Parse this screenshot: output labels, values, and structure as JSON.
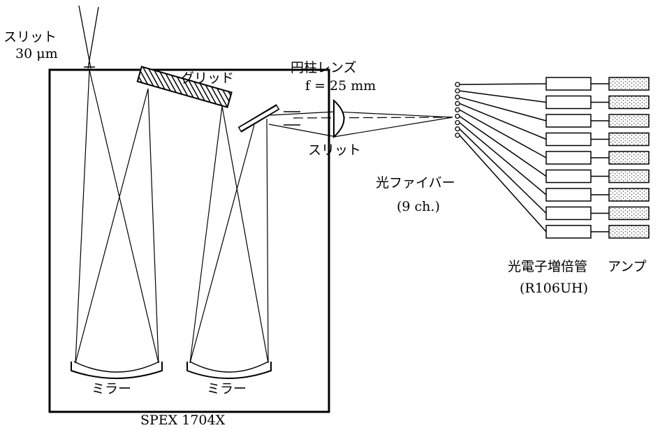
{
  "labels": {
    "entrance_slit": "スリット",
    "entrance_slit_width": "30 μm",
    "grating": "グリッド",
    "cyl_lens": "円柱レンズ",
    "cyl_lens_focal": "f = 25 mm",
    "exit_slit": "スリット",
    "fiber": "光ファイバー",
    "fiber_channels": "(9 ch.)",
    "pmt": "光電子増倍管",
    "pmt_model": "(R106UH)",
    "amp": "アンプ",
    "mirror_left": "ミラー",
    "mirror_right": "ミラー",
    "spectrometer_model": "SPEX 1704X"
  },
  "channels": 9,
  "colors": {
    "line": "#000000",
    "background": "#ffffff",
    "stipple": "#666666"
  }
}
